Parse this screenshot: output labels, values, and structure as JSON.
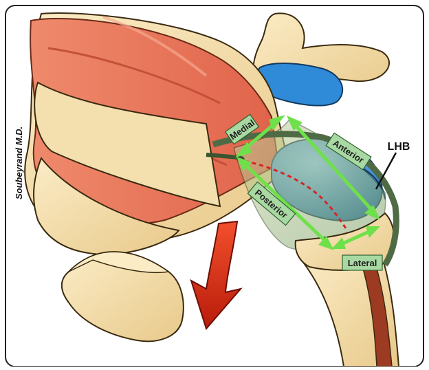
{
  "labels": {
    "medial": "Medial",
    "anterior": "Anterior",
    "posterior": "Posterior",
    "lateral": "Lateral",
    "lhb": "LHB"
  },
  "signature": "Soubeyrand M.D.",
  "colors": {
    "muscle": "#e9735a",
    "bone": "#f2d9a3",
    "cartilage": "#2b83c9",
    "arrow_green": "#6ee04a",
    "arrow_red": "#d42d10",
    "dashed_line": "#d8232a",
    "label_fill": "#a9d9a3"
  }
}
